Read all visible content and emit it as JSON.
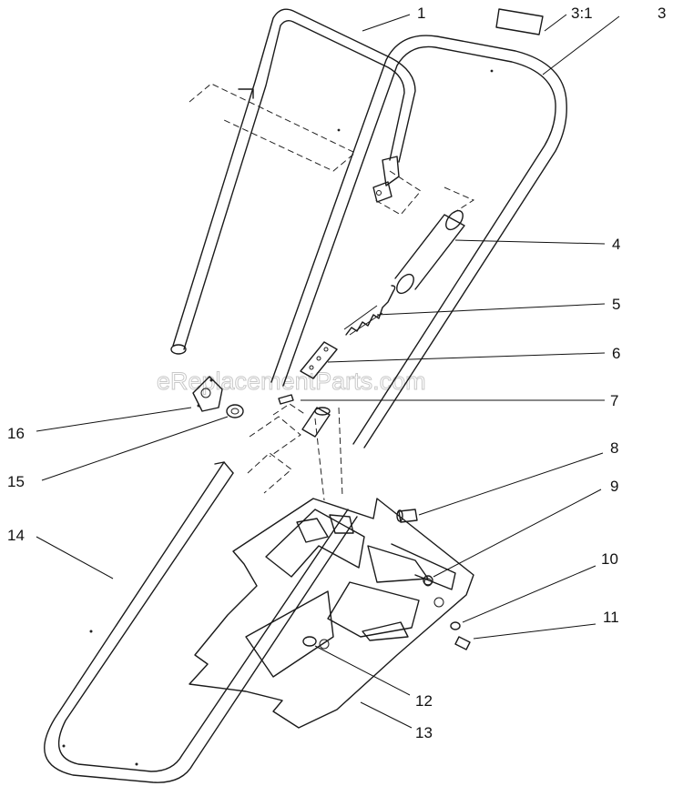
{
  "watermark": "eReplacementParts.com",
  "callouts": {
    "c1": "1",
    "c3_1": "3:1",
    "c3": "3",
    "c4": "4",
    "c5": "5",
    "c6": "6",
    "c7": "7",
    "c8": "8",
    "c9": "9",
    "c10": "10",
    "c11": "11",
    "c12": "12",
    "c13": "13",
    "c14": "14",
    "c15": "15",
    "c16": "16"
  }
}
